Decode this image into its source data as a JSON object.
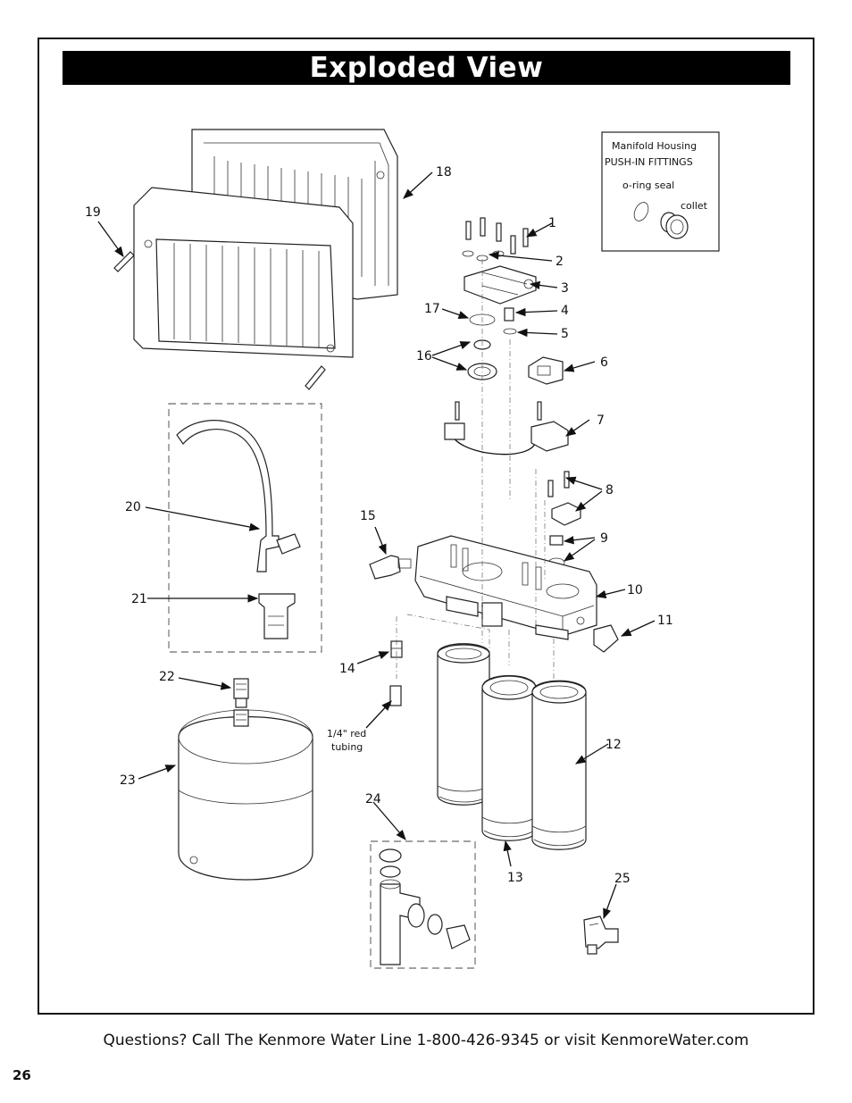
{
  "title": "Exploded View",
  "inset": {
    "heading": "Manifold Housing",
    "subheading": "PUSH-IN FITTINGS",
    "oring_label": "o-ring seal",
    "collet_label": "collet"
  },
  "callouts": {
    "c1": "1",
    "c2": "2",
    "c3": "3",
    "c4": "4",
    "c5": "5",
    "c6": "6",
    "c7": "7",
    "c8": "8",
    "c9": "9",
    "c10": "10",
    "c11": "11",
    "c12": "12",
    "c13": "13",
    "c14": "14",
    "c15": "15",
    "c16": "16",
    "c17": "17",
    "c18": "18",
    "c19": "19",
    "c20": "20",
    "c21": "21",
    "c22": "22",
    "c23": "23",
    "c24": "24",
    "c25": "25"
  },
  "tubing_label_1": "1/4\" red",
  "tubing_label_2": "tubing",
  "footer": "Questions? Call The Kenmore Water Line 1-800-426-9345 or visit KenmoreWater.com",
  "page_number": "26"
}
